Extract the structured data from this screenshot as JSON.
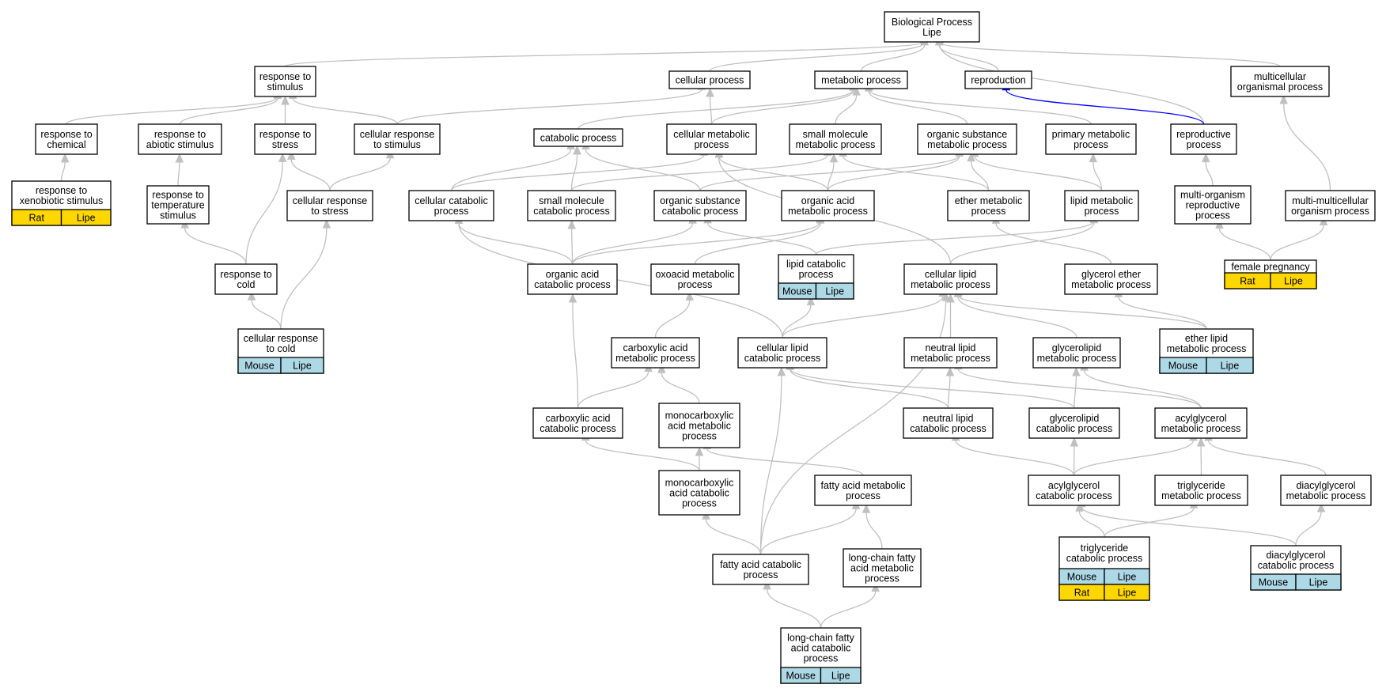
{
  "graph_title": [
    "Biological Process",
    "Lipe"
  ],
  "colors": {
    "mouse": "#add8e6",
    "rat": "#ffd700",
    "edge": "#c0c0c0",
    "highlight_edge": "#0000ff"
  },
  "nodes": {
    "bp": [
      "Biological Process",
      "Lipe"
    ],
    "rts": [
      "response to",
      "stimulus"
    ],
    "cp": [
      "cellular process"
    ],
    "mp": [
      "metabolic process"
    ],
    "rep": [
      "reproduction"
    ],
    "mcop": [
      "multicellular",
      "organismal process"
    ],
    "rtc": [
      "response to",
      "chemical"
    ],
    "ras": [
      "response to",
      "abiotic stimulus"
    ],
    "rtst": [
      "response to",
      "stress"
    ],
    "crts": [
      "cellular response",
      "to stimulus"
    ],
    "catp": [
      "catabolic process"
    ],
    "cmp": [
      "cellular metabolic",
      "process"
    ],
    "smmp": [
      "small molecule",
      "metabolic process"
    ],
    "osmp": [
      "organic substance",
      "metabolic process"
    ],
    "pmp": [
      "primary metabolic",
      "process"
    ],
    "rp": [
      "reproductive",
      "process"
    ],
    "rtxs": [
      "response to",
      "xenobiotic stimulus"
    ],
    "rtts": [
      "response to",
      "temperature",
      "stimulus"
    ],
    "crtst": [
      "cellular response",
      "to stress"
    ],
    "ccp": [
      "cellular catabolic",
      "process"
    ],
    "smcp": [
      "small molecule",
      "catabolic process"
    ],
    "oscp": [
      "organic substance",
      "catabolic process"
    ],
    "oamp": [
      "organic acid",
      "metabolic process"
    ],
    "emp": [
      "ether metabolic",
      "process"
    ],
    "lmp": [
      "lipid metabolic",
      "process"
    ],
    "morp": [
      "multi-organism",
      "reproductive",
      "process"
    ],
    "mmop": [
      "multi-multicellular",
      "organism process"
    ],
    "rtcold": [
      "response to",
      "cold"
    ],
    "oacp": [
      "organic acid",
      "catabolic process"
    ],
    "oxmp": [
      "oxoacid metabolic",
      "process"
    ],
    "lcp": [
      "lipid catabolic",
      "process"
    ],
    "clmp": [
      "cellular lipid",
      "metabolic process"
    ],
    "gemp": [
      "glycerol ether",
      "metabolic process"
    ],
    "fp": [
      "female pregnancy"
    ],
    "crtc": [
      "cellular response",
      "to cold"
    ],
    "camp": [
      "carboxylic acid",
      "metabolic process"
    ],
    "clcp": [
      "cellular lipid",
      "catabolic process"
    ],
    "nlmp": [
      "neutral lipid",
      "metabolic process"
    ],
    "glmp": [
      "glycerolipid",
      "metabolic process"
    ],
    "elmp": [
      "ether lipid",
      "metabolic process"
    ],
    "cacp": [
      "carboxylic acid",
      "catabolic process"
    ],
    "mcamp": [
      "monocarboxylic",
      "acid metabolic",
      "process"
    ],
    "nlcp": [
      "neutral lipid",
      "catabolic process"
    ],
    "glcp": [
      "glycerolipid",
      "catabolic process"
    ],
    "agmp": [
      "acylglycerol",
      "metabolic process"
    ],
    "mcacp": [
      "monocarboxylic",
      "acid catabolic",
      "process"
    ],
    "famp": [
      "fatty acid metabolic",
      "process"
    ],
    "agcp": [
      "acylglycerol",
      "catabolic process"
    ],
    "tgmp": [
      "triglyceride",
      "metabolic process"
    ],
    "dgmp": [
      "diacylglycerol",
      "metabolic process"
    ],
    "facp": [
      "fatty acid catabolic",
      "process"
    ],
    "lcfamp": [
      "long-chain fatty",
      "acid metabolic",
      "process"
    ],
    "tgcp": [
      "triglyceride",
      "catabolic process"
    ],
    "dgcp": [
      "diacylglycerol",
      "catabolic process"
    ],
    "lcfacp": [
      "long-chain fatty",
      "acid catabolic",
      "process"
    ]
  },
  "annotations": {
    "rtxs": [
      [
        "Rat",
        "Lipe"
      ]
    ],
    "fp": [
      [
        "Rat",
        "Lipe"
      ]
    ],
    "lcp": [
      [
        "Mouse",
        "Lipe"
      ]
    ],
    "crtc": [
      [
        "Mouse",
        "Lipe"
      ]
    ],
    "elmp": [
      [
        "Mouse",
        "Lipe"
      ]
    ],
    "tgcp": [
      [
        "Mouse",
        "Lipe"
      ],
      [
        "Rat",
        "Lipe"
      ]
    ],
    "dgcp": [
      [
        "Mouse",
        "Lipe"
      ]
    ],
    "lcfacp": [
      [
        "Mouse",
        "Lipe"
      ]
    ]
  },
  "edges": [
    [
      "rts",
      "bp"
    ],
    [
      "cp",
      "bp"
    ],
    [
      "mp",
      "bp"
    ],
    [
      "rep",
      "bp"
    ],
    [
      "rp",
      "bp"
    ],
    [
      "mcop",
      "bp"
    ],
    [
      "rtc",
      "rts"
    ],
    [
      "ras",
      "rts"
    ],
    [
      "rtst",
      "rts"
    ],
    [
      "crts",
      "rts"
    ],
    [
      "crts",
      "cp"
    ],
    [
      "cmp",
      "cp"
    ],
    [
      "catp",
      "mp"
    ],
    [
      "cmp",
      "mp"
    ],
    [
      "smmp",
      "mp"
    ],
    [
      "osmp",
      "mp"
    ],
    [
      "pmp",
      "mp"
    ],
    [
      "rp",
      "rep"
    ],
    [
      "rtxs",
      "rtc"
    ],
    [
      "rtts",
      "ras"
    ],
    [
      "crtst",
      "rtst"
    ],
    [
      "crtst",
      "crts"
    ],
    [
      "ccp",
      "catp"
    ],
    [
      "ccp",
      "cmp"
    ],
    [
      "smcp",
      "catp"
    ],
    [
      "smcp",
      "smmp"
    ],
    [
      "oscp",
      "catp"
    ],
    [
      "oscp",
      "osmp"
    ],
    [
      "oamp",
      "cmp"
    ],
    [
      "oamp",
      "smmp"
    ],
    [
      "oamp",
      "osmp"
    ],
    [
      "emp",
      "smmp"
    ],
    [
      "emp",
      "osmp"
    ],
    [
      "lmp",
      "osmp"
    ],
    [
      "lmp",
      "pmp"
    ],
    [
      "morp",
      "rp"
    ],
    [
      "mmop",
      "mcop"
    ],
    [
      "rtcold",
      "rtts"
    ],
    [
      "rtcold",
      "rtst"
    ],
    [
      "oacp",
      "ccp"
    ],
    [
      "oacp",
      "smcp"
    ],
    [
      "oacp",
      "oscp"
    ],
    [
      "oacp",
      "oamp"
    ],
    [
      "oxmp",
      "oamp"
    ],
    [
      "lcp",
      "oscp"
    ],
    [
      "lcp",
      "lmp"
    ],
    [
      "clmp",
      "cmp"
    ],
    [
      "clmp",
      "lmp"
    ],
    [
      "gemp",
      "emp"
    ],
    [
      "fp",
      "morp"
    ],
    [
      "fp",
      "mmop"
    ],
    [
      "crtc",
      "rtcold"
    ],
    [
      "crtc",
      "crtst"
    ],
    [
      "camp",
      "oxmp"
    ],
    [
      "clcp",
      "ccp"
    ],
    [
      "clcp",
      "lcp"
    ],
    [
      "clcp",
      "clmp"
    ],
    [
      "nlmp",
      "clmp"
    ],
    [
      "glmp",
      "clmp"
    ],
    [
      "elmp",
      "clmp"
    ],
    [
      "elmp",
      "gemp"
    ],
    [
      "cacp",
      "oacp"
    ],
    [
      "cacp",
      "camp"
    ],
    [
      "mcamp",
      "camp"
    ],
    [
      "nlcp",
      "clcp"
    ],
    [
      "nlcp",
      "nlmp"
    ],
    [
      "glcp",
      "clcp"
    ],
    [
      "glcp",
      "glmp"
    ],
    [
      "agmp",
      "nlmp"
    ],
    [
      "agmp",
      "glmp"
    ],
    [
      "mcacp",
      "cacp"
    ],
    [
      "mcacp",
      "mcamp"
    ],
    [
      "famp",
      "mcamp"
    ],
    [
      "agcp",
      "nlcp"
    ],
    [
      "agcp",
      "glcp"
    ],
    [
      "agcp",
      "agmp"
    ],
    [
      "tgmp",
      "agmp"
    ],
    [
      "dgmp",
      "agmp"
    ],
    [
      "facp",
      "mcacp"
    ],
    [
      "facp",
      "famp"
    ],
    [
      "facp",
      "clcp"
    ],
    [
      "facp",
      "clmp"
    ],
    [
      "lcfamp",
      "famp"
    ],
    [
      "tgcp",
      "agcp"
    ],
    [
      "tgcp",
      "tgmp"
    ],
    [
      "dgcp",
      "agcp"
    ],
    [
      "dgcp",
      "dgmp"
    ],
    [
      "lcfacp",
      "facp"
    ],
    [
      "lcfacp",
      "lcfamp"
    ]
  ],
  "highlighted_edges": [
    [
      "rp",
      "rep"
    ]
  ]
}
